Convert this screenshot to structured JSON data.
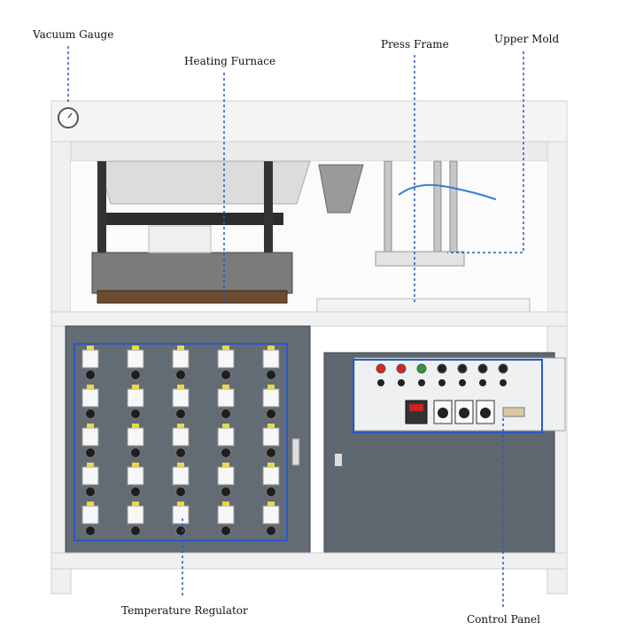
{
  "labels": {
    "vacuum_gauge": "Vacuum Gauge",
    "heating_furnace": "Heating Furnace",
    "press_frame": "Press Frame",
    "upper_mold": "Upper Mold",
    "temperature_regulator": "Temperature Regulator",
    "control_panel": "Control Panel"
  },
  "colors": {
    "callout": "#2b59c3",
    "frame": "#f2f2f2",
    "frame_edge": "#c9c9c9",
    "cabinet": "#5f6770",
    "cabinet_dark": "#4a5058",
    "control_box": "#eef0f2"
  },
  "regulator_grid": {
    "columns": 5,
    "rows": 5
  }
}
